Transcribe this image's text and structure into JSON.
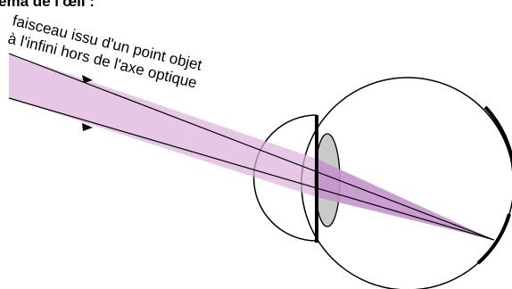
{
  "header_fragment": "ema de l'œil :",
  "beam_label": {
    "line1": "faisceau issu d'un point objet",
    "line2": "à l'infini hors de l'axe optique"
  },
  "colors": {
    "beam_fill": "#dcb2dc",
    "beam_fill_opacity": 0.72,
    "cone_fill": "#c493cb",
    "lens_fill": "#c9c9c9",
    "outline": "#000000",
    "background": "#ffffff"
  },
  "parts": [
    "incident-beam",
    "eye-globe",
    "cornea",
    "iris",
    "crystalline-lens",
    "retina"
  ]
}
